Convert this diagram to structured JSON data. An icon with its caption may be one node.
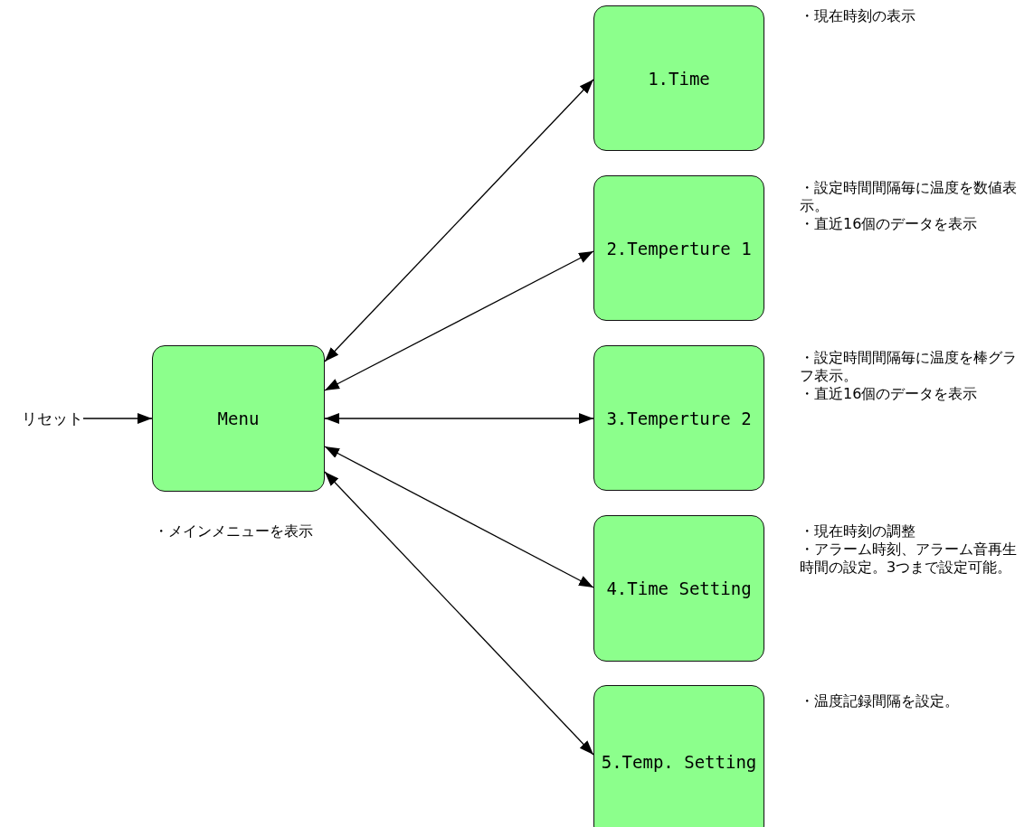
{
  "diagram": {
    "nodes": [
      {
        "text": [
          "リセット"
        ]
      },
      {
        "text": [
          "Menu"
        ],
        "beside": [
          "・メインメニューを表示"
        ]
      },
      {
        "text": [
          "1.Time"
        ],
        "beside": [
          "・現在時刻の表示"
        ]
      },
      {
        "text": [
          "2.Temperture 1"
        ],
        "beside": [
          "・設定時間間隔毎に温度を数値表示。",
          "・直近16個のデータを表示"
        ]
      },
      {
        "text": [
          "3.Temperture 2"
        ],
        "beside": [
          "・設定時間間隔毎に温度を棒グラフ表示。",
          "・直近16個のデータを表示"
        ]
      },
      {
        "text": [
          "4.Time Setting"
        ],
        "beside": [
          "・現在時刻の調整",
          "・アラーム時刻、アラーム音再生時間の設定。3つまで設定可能。"
        ]
      },
      {
        "text": [
          "5.Temp. Setting"
        ],
        "beside": [
          "・温度記録間隔を設定。"
        ]
      }
    ],
    "edges": [
      {
        "from": 0,
        "to": 1,
        "arrow": "to"
      },
      {
        "from": 1,
        "to": 2,
        "arrow": "both"
      },
      {
        "from": 1,
        "to": 3,
        "arrow": "both"
      },
      {
        "from": 1,
        "to": 4,
        "arrow": "both"
      },
      {
        "from": 1,
        "to": 5,
        "arrow": "both"
      },
      {
        "from": 1,
        "to": 6,
        "arrow": "both"
      }
    ]
  }
}
